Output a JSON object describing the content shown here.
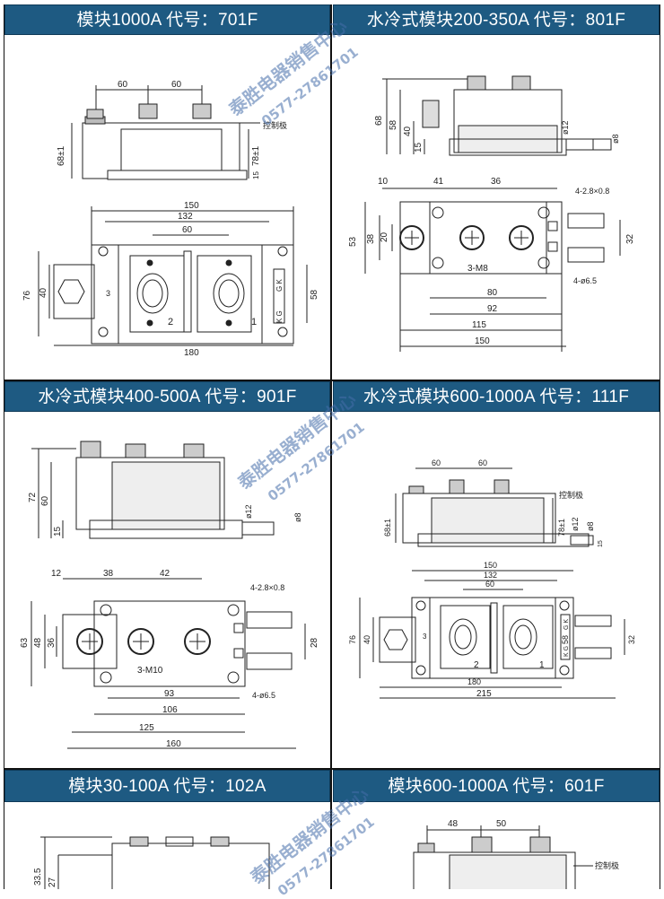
{
  "headers": {
    "h1": "模块1000A  代号：701F",
    "h2": "水冷式模块200-350A  代号：801F",
    "h3": "水冷式模块400-500A  代号：901F",
    "h4": "水冷式模块600-1000A  代号：111F",
    "h5": "模块30-100A  代号：102A",
    "h6": "模块600-1000A  代号：601F"
  },
  "watermark": {
    "name": "泰胜电器销售中心",
    "phone": "0577-27861701"
  },
  "p1": {
    "d60a": "60",
    "d60b": "60",
    "d68": "68±1",
    "d78": "78±1",
    "d15": "15",
    "ctrl": "控制极",
    "d150": "150",
    "d132": "132",
    "d60c": "60",
    "d76": "76",
    "d40": "40",
    "d58": "58",
    "d180": "180",
    "t3": "3",
    "t2": "2",
    "t1": "1",
    "gk": "G K",
    "kg": "K G"
  },
  "p2": {
    "d68": "68",
    "d58": "58",
    "d40": "40",
    "d15": "15",
    "d12": "ø12",
    "d8": "ø8",
    "d10": "10",
    "d41": "41",
    "d36": "36",
    "d53": "53",
    "d38": "38",
    "d20": "20",
    "d32": "32",
    "tab": "4-2.8×0.8",
    "m8": "3-M8",
    "hole": "4-ø6.5",
    "d80": "80",
    "d92": "92",
    "d115": "115",
    "d150": "150"
  },
  "p3": {
    "d72": "72",
    "d60": "60",
    "d15": "15",
    "d12": "ø12",
    "d8": "ø8",
    "d12b": "12",
    "d38": "38",
    "d42": "42",
    "tab": "4-2.8×0.8",
    "d63": "63",
    "d48": "48",
    "d36": "36",
    "d28": "28",
    "m10": "3-M10",
    "hole": "4-ø6.5",
    "d93": "93",
    "d106": "106",
    "d125": "125",
    "d160": "160"
  },
  "p4": {
    "d60a": "60",
    "d60b": "60",
    "ctrl": "控制极",
    "d68": "68±1",
    "d78": "78±1",
    "d12": "ø12",
    "d8": "ø8",
    "d15": "15",
    "d150": "150",
    "d132": "132",
    "d60c": "60",
    "d76": "76",
    "d40": "40",
    "d58": "58",
    "d32": "32",
    "d180": "180",
    "d215": "215",
    "t3": "3",
    "t2": "2",
    "t1": "1",
    "gk": "G K",
    "kg": "K G"
  },
  "p5": {
    "d335": "33.5",
    "d27": "27"
  },
  "p6": {
    "d48": "48",
    "d50": "50",
    "ctrl": "控制极"
  }
}
